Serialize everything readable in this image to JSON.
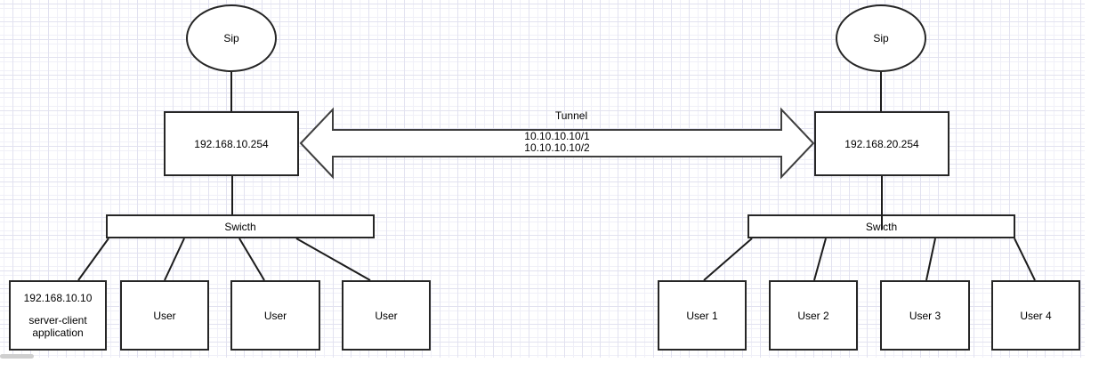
{
  "canvas": {
    "grid_minor_color": "#f0f0f8",
    "grid_major_color": "#e2e2f0",
    "shape_stroke_color": "#262626"
  },
  "left_site": {
    "cloud_label": "Sip",
    "router_label": "192.168.10.254",
    "switch_label": "Swicth",
    "server_box": {
      "ip": "192.168.10.10",
      "app": "server-client application"
    },
    "users": [
      "User",
      "User",
      "User"
    ]
  },
  "right_site": {
    "cloud_label": "Sip",
    "router_label": "192.168.20.254",
    "switch_label": "Swicth",
    "users": [
      "User 1",
      "User 2",
      "User 3",
      "User 4"
    ]
  },
  "tunnel": {
    "title": "Tunnel",
    "address_line1": "10.10.10.10/1",
    "address_line2": "10.10.10.10/2"
  }
}
